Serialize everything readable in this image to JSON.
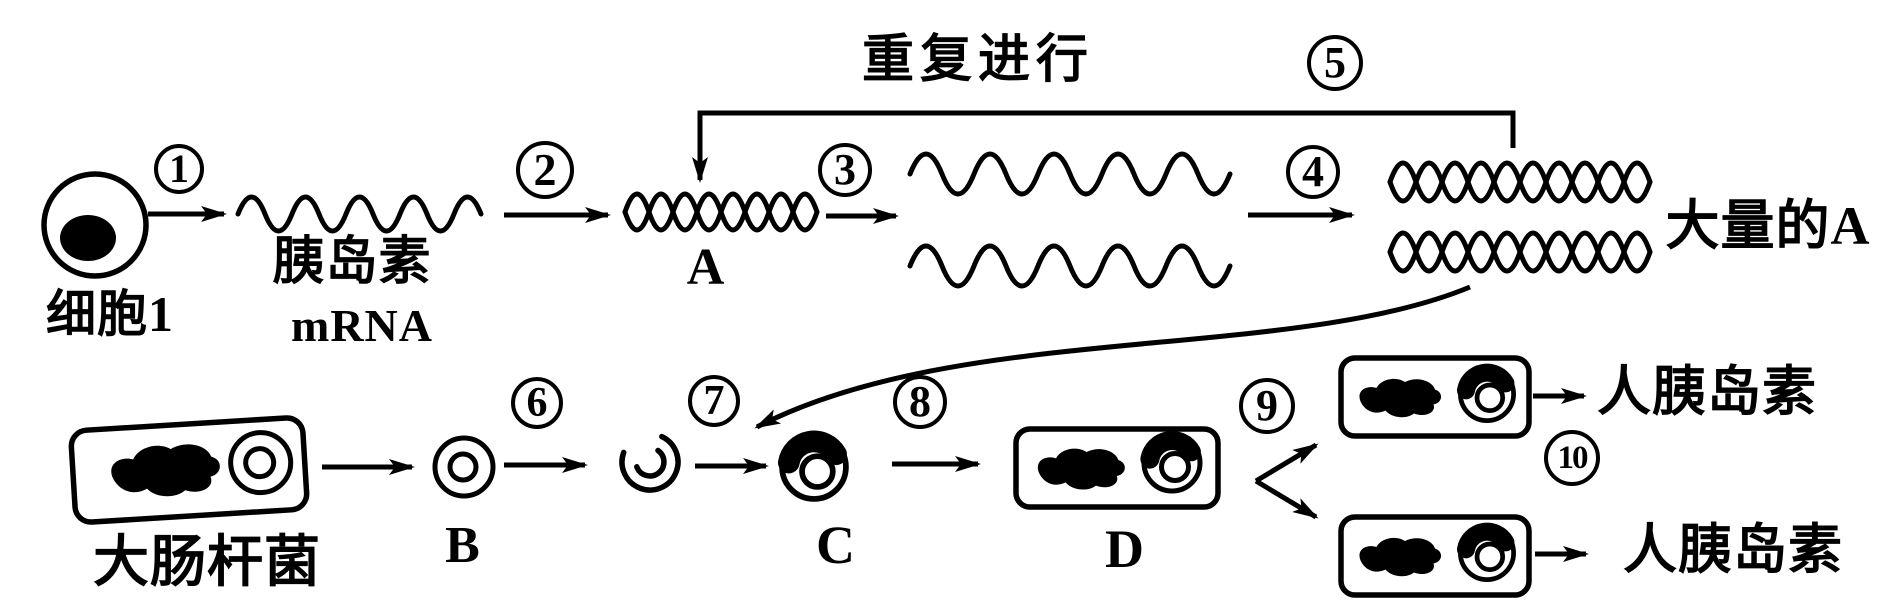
{
  "diagram": {
    "labels": {
      "cell1": "细胞1",
      "insulin_mrna_line1": "胰岛素",
      "insulin_mrna_line2": "mRNA",
      "gene_a": "A",
      "repeat": "重复进行",
      "mass_a": "大量的A",
      "ecoli": "大肠杆菌",
      "plasmid_b": "B",
      "recombinant_c": "C",
      "engineered_d": "D",
      "human_insulin_top": "人胰岛素",
      "human_insulin_bottom": "人胰岛素"
    },
    "steps": {
      "s1": "1",
      "s2": "2",
      "s3": "3",
      "s4": "4",
      "s5": "5",
      "s6": "6",
      "s7": "7",
      "s8": "8",
      "s9": "9",
      "s10": "10"
    },
    "colors": {
      "ink": "#000000",
      "bg": "#ffffff"
    }
  }
}
